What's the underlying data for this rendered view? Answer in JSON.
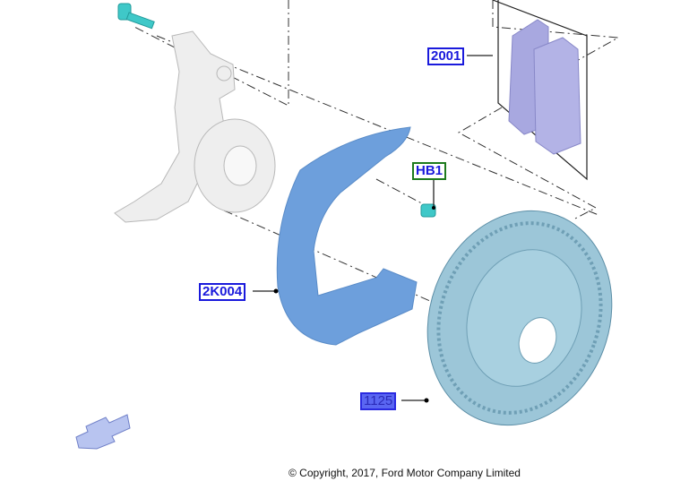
{
  "callouts": {
    "brake_pads": "2001",
    "bolt": "HB1",
    "dust_shield": "2K004",
    "brake_disc": "1125"
  },
  "selected_callout": "1125",
  "copyright": "© Copyright, 2017, Ford Motor Company Limited",
  "icons": {
    "view_direction": "arrow-down-left-icon"
  },
  "colors": {
    "callout_blue": "#1a1adc",
    "callout_green": "#1d7a1d",
    "selected_fill": "#5a66f2",
    "shield": "#6d9fdc",
    "disc": "#9cc6d8",
    "pads": "#a8a8e0",
    "bolt": "#3fc8c8"
  }
}
